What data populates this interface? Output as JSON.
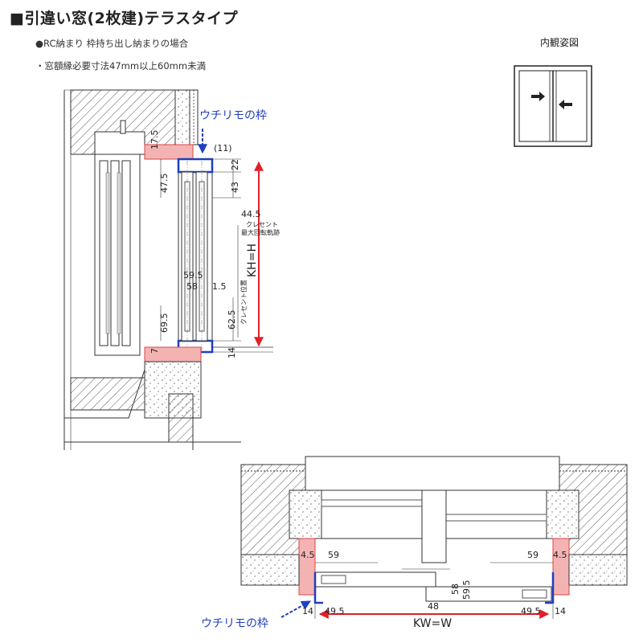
{
  "title": "■引違い窓(2枚建)テラスタイプ",
  "notes": [
    "●RC納まり 枠持ち出し納まりの場合",
    "・窓額縁必要寸法47mm以上60mm未満"
  ],
  "inner_view_label": "内観姿図",
  "frame_label": "ウチリモの枠",
  "section": {
    "dims": {
      "d11": "(11)",
      "d17_5": "17.5",
      "d22": "22",
      "d43": "43",
      "d47_5": "47.5",
      "d44_5": "44.5",
      "d59_5": "59.5",
      "d58": "58",
      "d1_5": "1.5",
      "d69_5": "69.5",
      "d62_5": "62.5",
      "d7": "7",
      "d14": "14",
      "kh": "KH=H"
    },
    "crescent_trace": [
      "クレセント",
      "最大回転軌跡"
    ],
    "crescent_pos": "クレセント位置"
  },
  "plan": {
    "dims": {
      "left_4_5": "4.5",
      "right_4_5": "4.5",
      "left_59": "59",
      "right_59": "59",
      "d48": "48",
      "d58": "58",
      "d59_5": "59.5",
      "left_14": "14",
      "right_14": "14",
      "left_49_5": "49.5",
      "right_49_5": "49.5",
      "kw": "KW=W"
    }
  },
  "colors": {
    "frame_blue": "#1f3fbf",
    "dim_red": "#e0202a",
    "wall_pink": "#f4b3b3"
  }
}
